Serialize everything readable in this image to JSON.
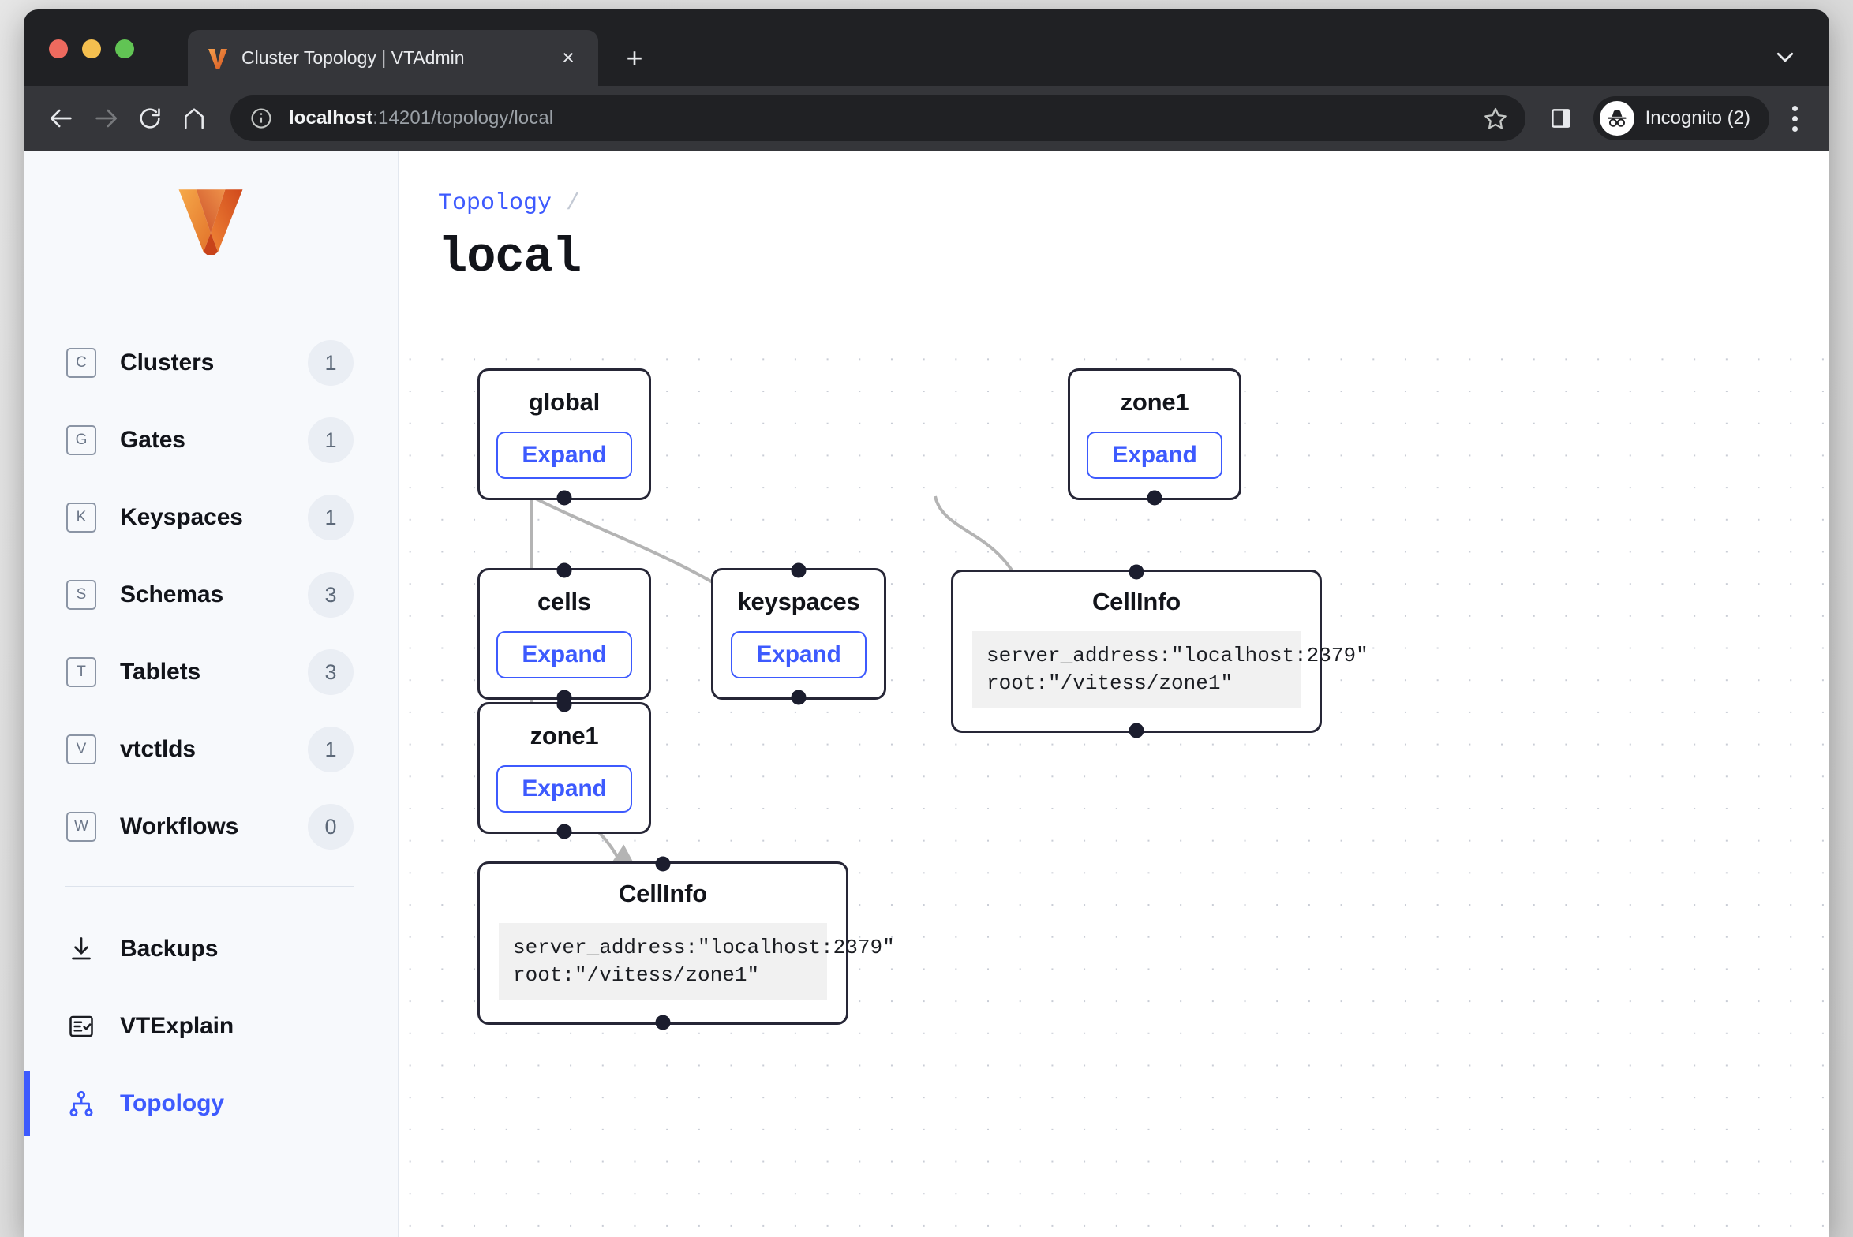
{
  "browser": {
    "tab": {
      "title": "Cluster Topology | VTAdmin",
      "favicon": "vitess-v-icon",
      "close_label": "×"
    },
    "new_tab_label": "+",
    "toolbar": {
      "back_icon": "arrow-left-icon",
      "forward_icon": "arrow-right-icon",
      "reload_icon": "reload-icon",
      "home_icon": "home-icon",
      "info_icon": "info-circle-icon",
      "url_host": "localhost",
      "url_rest": ":14201/topology/local",
      "star_icon": "bookmark-star-icon",
      "sidepanel_icon": "side-panel-icon",
      "profile_label": "Incognito (2)",
      "profile_icon": "incognito-icon",
      "menu_icon": "kebab-menu-icon"
    }
  },
  "sidebar": {
    "logo": "vitess-logo",
    "items": [
      {
        "label": "Clusters",
        "key": "C",
        "badge": "1"
      },
      {
        "label": "Gates",
        "key": "G",
        "badge": "1"
      },
      {
        "label": "Keyspaces",
        "key": "K",
        "badge": "1"
      },
      {
        "label": "Schemas",
        "key": "S",
        "badge": "3"
      },
      {
        "label": "Tablets",
        "key": "T",
        "badge": "3"
      },
      {
        "label": "vtctlds",
        "key": "V",
        "badge": "1"
      },
      {
        "label": "Workflows",
        "key": "W",
        "badge": "0"
      }
    ],
    "secondary": [
      {
        "label": "Backups",
        "icon": "download-icon",
        "active": false
      },
      {
        "label": "VTExplain",
        "icon": "checklist-icon",
        "active": false
      },
      {
        "label": "Topology",
        "icon": "topology-icon",
        "active": true
      }
    ]
  },
  "main": {
    "breadcrumb": {
      "link": "Topology",
      "separator": "/"
    },
    "title": "local"
  },
  "topology": {
    "expand_label": "Expand",
    "nodes": [
      {
        "id": "global",
        "title": "global",
        "type": "expandable"
      },
      {
        "id": "cells",
        "title": "cells",
        "type": "expandable"
      },
      {
        "id": "keyspaces",
        "title": "keyspaces",
        "type": "expandable"
      },
      {
        "id": "zone1left",
        "title": "zone1",
        "type": "expandable"
      },
      {
        "id": "zone1right",
        "title": "zone1",
        "type": "expandable"
      },
      {
        "id": "cellinfo1",
        "title": "CellInfo",
        "type": "code",
        "code": "server_address:\"localhost:2379\"\nroot:\"/vitess/zone1\""
      },
      {
        "id": "cellinfo2",
        "title": "CellInfo",
        "type": "code",
        "code": "server_address:\"localhost:2379\"\nroot:\"/vitess/zone1\""
      }
    ],
    "edges": [
      {
        "from": "global",
        "to": "cells"
      },
      {
        "from": "global",
        "to": "keyspaces"
      },
      {
        "from": "cells",
        "to": "zone1left"
      },
      {
        "from": "zone1left",
        "to": "cellinfo2"
      },
      {
        "from": "zone1right",
        "to": "cellinfo1"
      }
    ]
  },
  "colors": {
    "accent": "#3d5afe",
    "node_border": "#262636",
    "edge": "#b4b4b4",
    "sidebar_bg": "#f7f9fc",
    "badge_bg": "#eaeef4",
    "code_bg": "#f1f1f1"
  }
}
